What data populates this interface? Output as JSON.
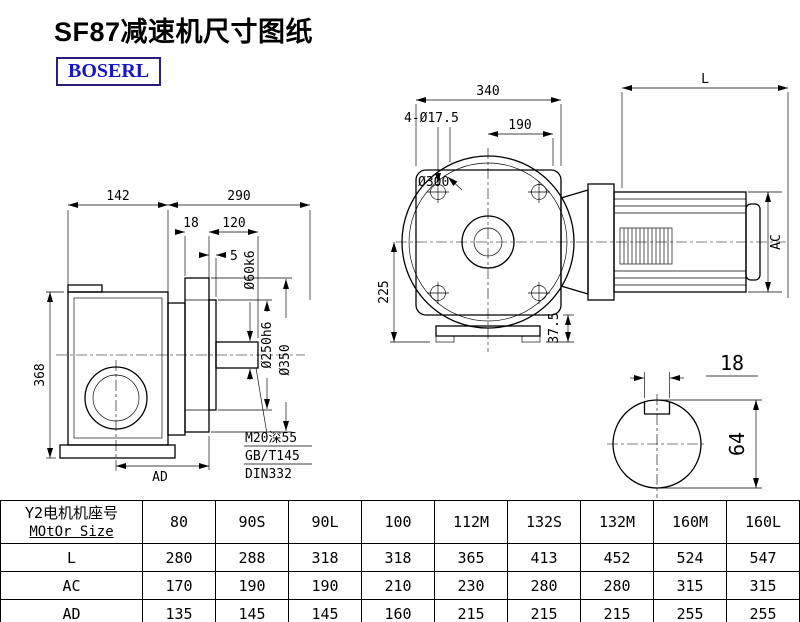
{
  "header": {
    "title": "SF87减速机尺寸图纸",
    "logo": "BOSERL"
  },
  "drawing": {
    "left": {
      "dim_142": "142",
      "dim_290": "290",
      "dim_18": "18",
      "dim_120": "120",
      "dim_5": "5",
      "dim_368": "368",
      "dim_ad": "AD",
      "label_shaft_dia": "Ø60k6",
      "label_pilot_dia": "Ø250h6",
      "label_flange_dia": "Ø350",
      "note_tap": "M20深55",
      "note_gb": "GB/T145",
      "note_din": "DIN332"
    },
    "right": {
      "dim_340": "340",
      "dim_l": "L",
      "dim_holes": "4-Ø17.5",
      "dim_190": "190",
      "label_dia300": "Ø300",
      "dim_225": "225",
      "dim_375": "37.5",
      "dim_ac": "AC"
    },
    "shaft": {
      "dim_key_width": "18",
      "dim_dia": "64"
    }
  },
  "table": {
    "header_cn": "Y2电机机座号",
    "header_en": "MOtOr Size",
    "columns": [
      "80",
      "90S",
      "90L",
      "100",
      "112M",
      "132S",
      "132M",
      "160M",
      "160L"
    ],
    "rows": [
      {
        "label": "L",
        "values": [
          "280",
          "288",
          "318",
          "318",
          "365",
          "413",
          "452",
          "524",
          "547"
        ]
      },
      {
        "label": "AC",
        "values": [
          "170",
          "190",
          "190",
          "210",
          "230",
          "280",
          "280",
          "315",
          "315"
        ]
      },
      {
        "label": "AD",
        "values": [
          "135",
          "145",
          "145",
          "160",
          "215",
          "215",
          "215",
          "255",
          "255"
        ]
      }
    ]
  }
}
